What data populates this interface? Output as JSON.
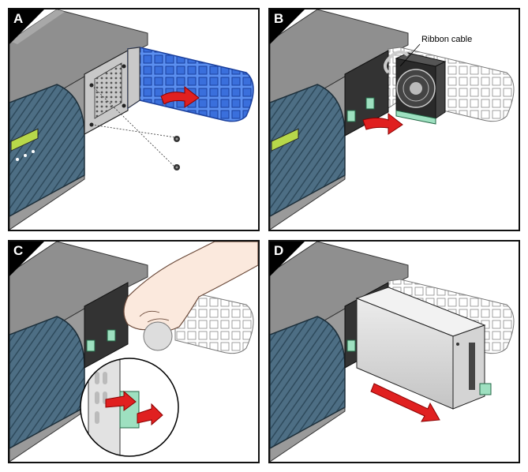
{
  "panels": {
    "a": {
      "letter": "A"
    },
    "b": {
      "letter": "B",
      "callout": "Ribbon cable"
    },
    "c": {
      "letter": "C"
    },
    "d": {
      "letter": "D"
    }
  },
  "colors": {
    "chassis_top": "#8c8c8c",
    "bezel": "#4d6e84",
    "lcd": "#b7d84a",
    "fan_guard_highlight": "#3f7ee8",
    "arrow": "#e02020",
    "latch": "#9ee0c0",
    "power_supply": "#dcdcdc"
  },
  "icons": [
    "server-chassis",
    "fan-guard",
    "screw",
    "fan-module",
    "hand",
    "release-latch",
    "power-supply",
    "direction-arrow"
  ]
}
